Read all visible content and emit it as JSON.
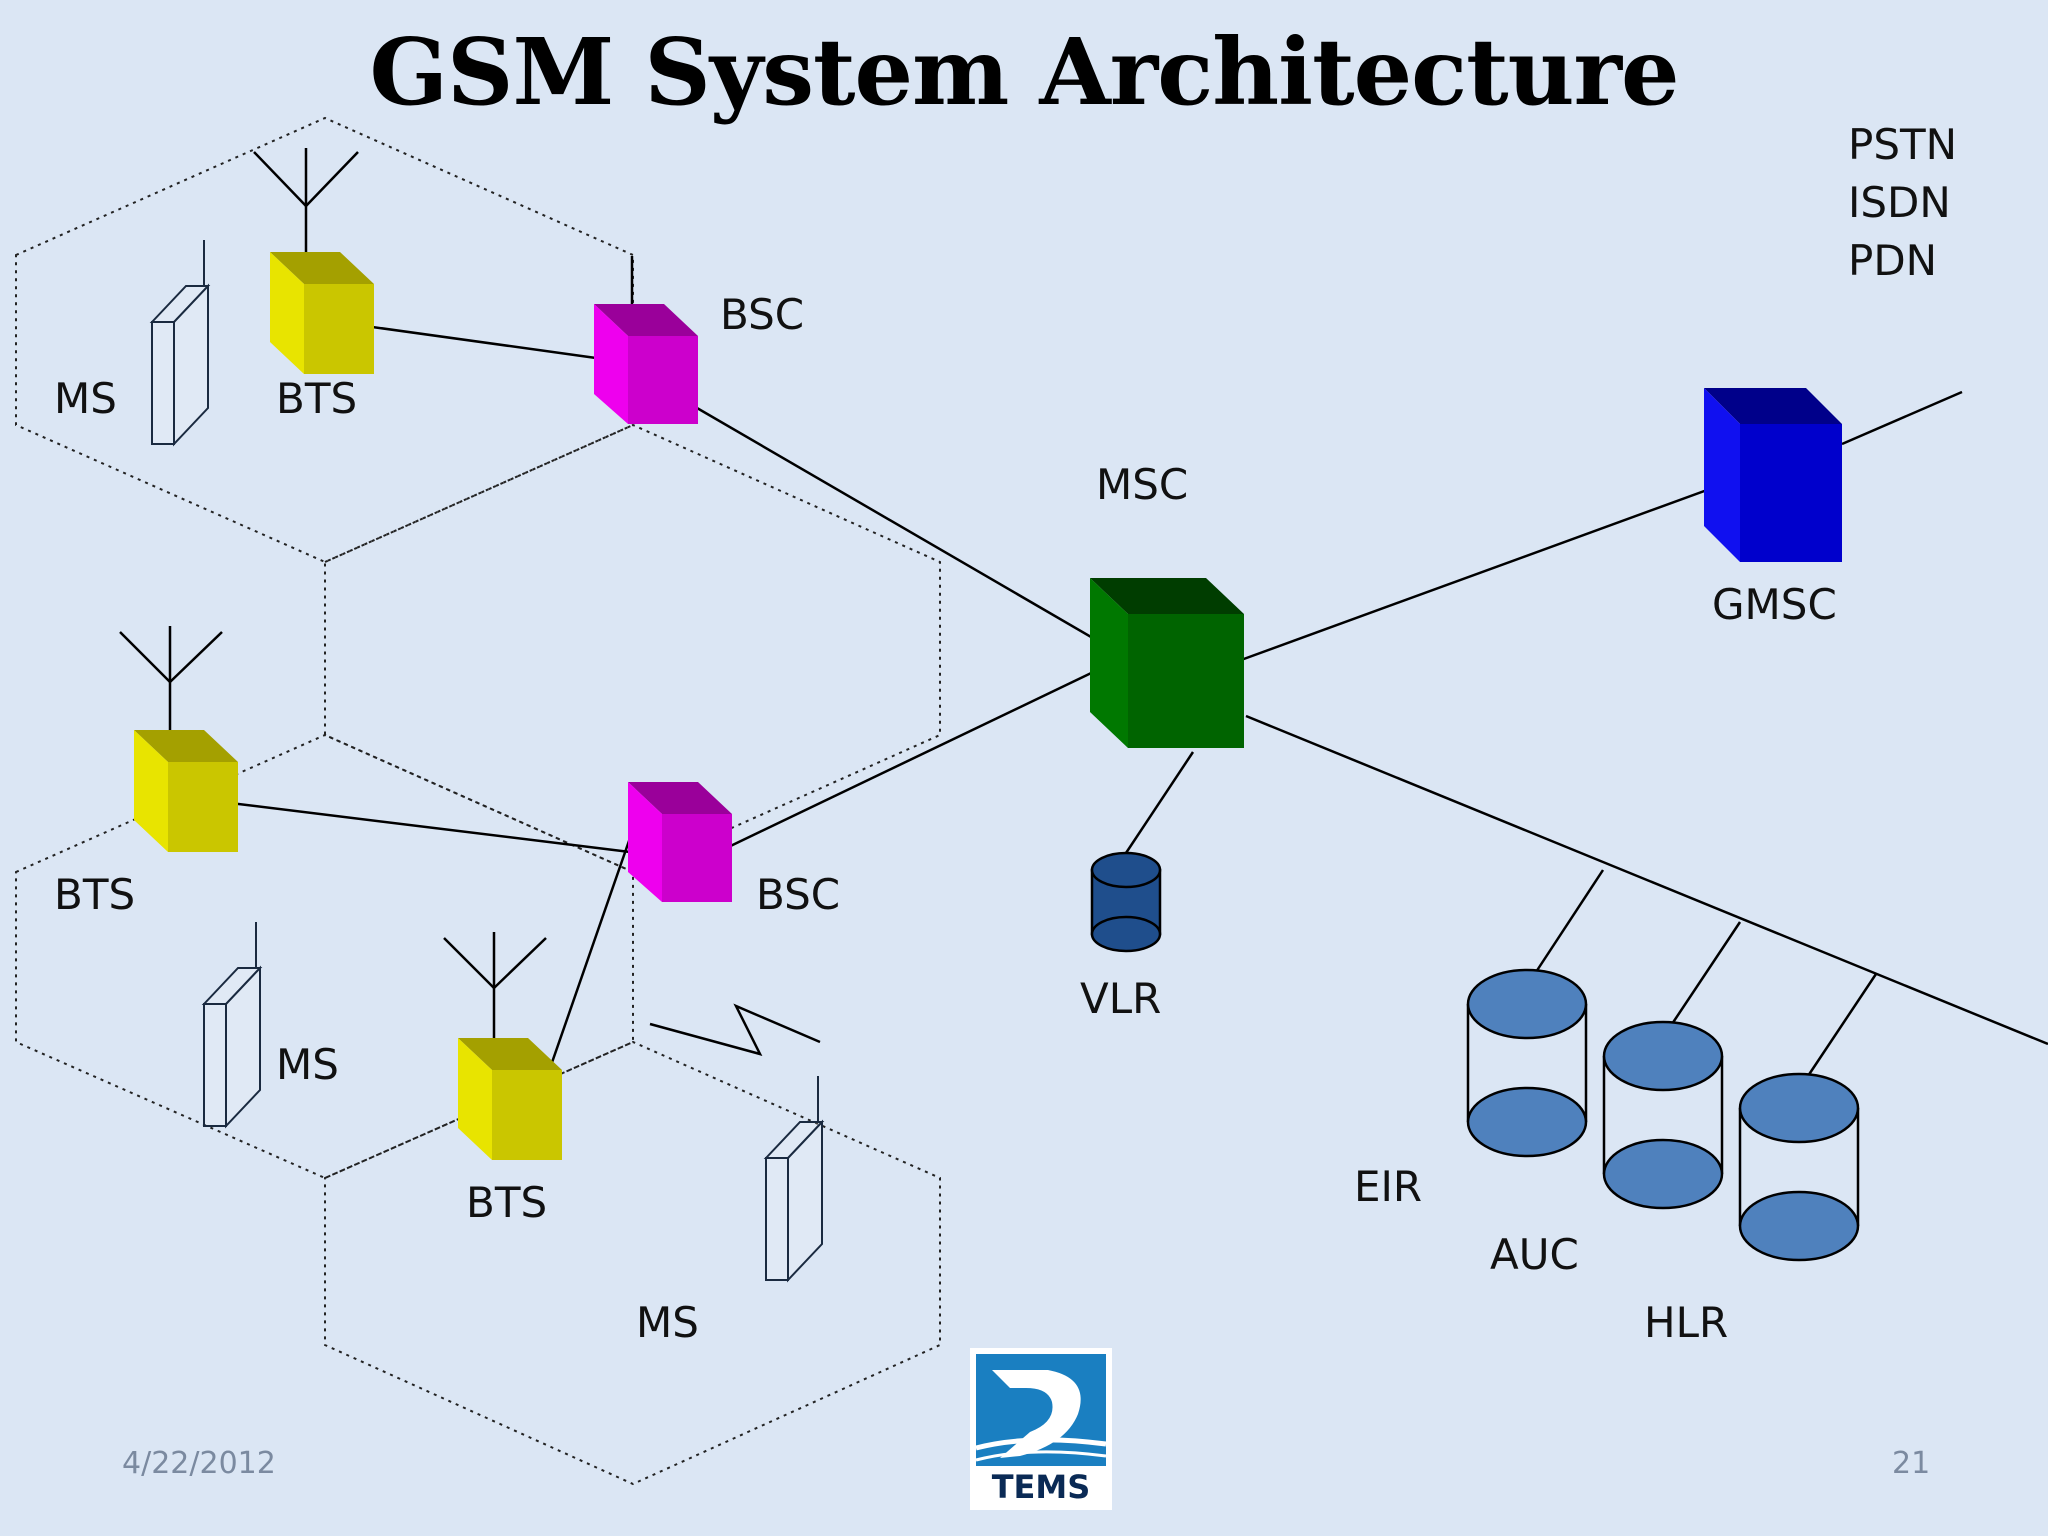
{
  "title": "GSM System Architecture",
  "labels": {
    "ms_top": "MS",
    "bts_top": "BTS",
    "bsc_top": "BSC",
    "msc": "MSC",
    "gmsc": "GMSC",
    "bts_left": "BTS",
    "bsc_bottom": "BSC",
    "ms_mid": "MS",
    "bts_bottom": "BTS",
    "ms_bottom": "MS",
    "vlr": "VLR",
    "eir": "EIR",
    "auc": "AUC",
    "hlr": "HLR"
  },
  "external_networks": [
    "PSTN",
    "ISDN",
    "PDN"
  ],
  "footer": {
    "date": "4/22/2012",
    "page": "21"
  },
  "logo": {
    "text": "TEMS",
    "color": "#1a7fc1"
  },
  "colors": {
    "bts": "#d8d400",
    "bsc": "#dd00dd",
    "msc": "#006600",
    "gmsc": "#0000dd",
    "database": "#4f81bd",
    "vlr": "#1f4e8c"
  }
}
